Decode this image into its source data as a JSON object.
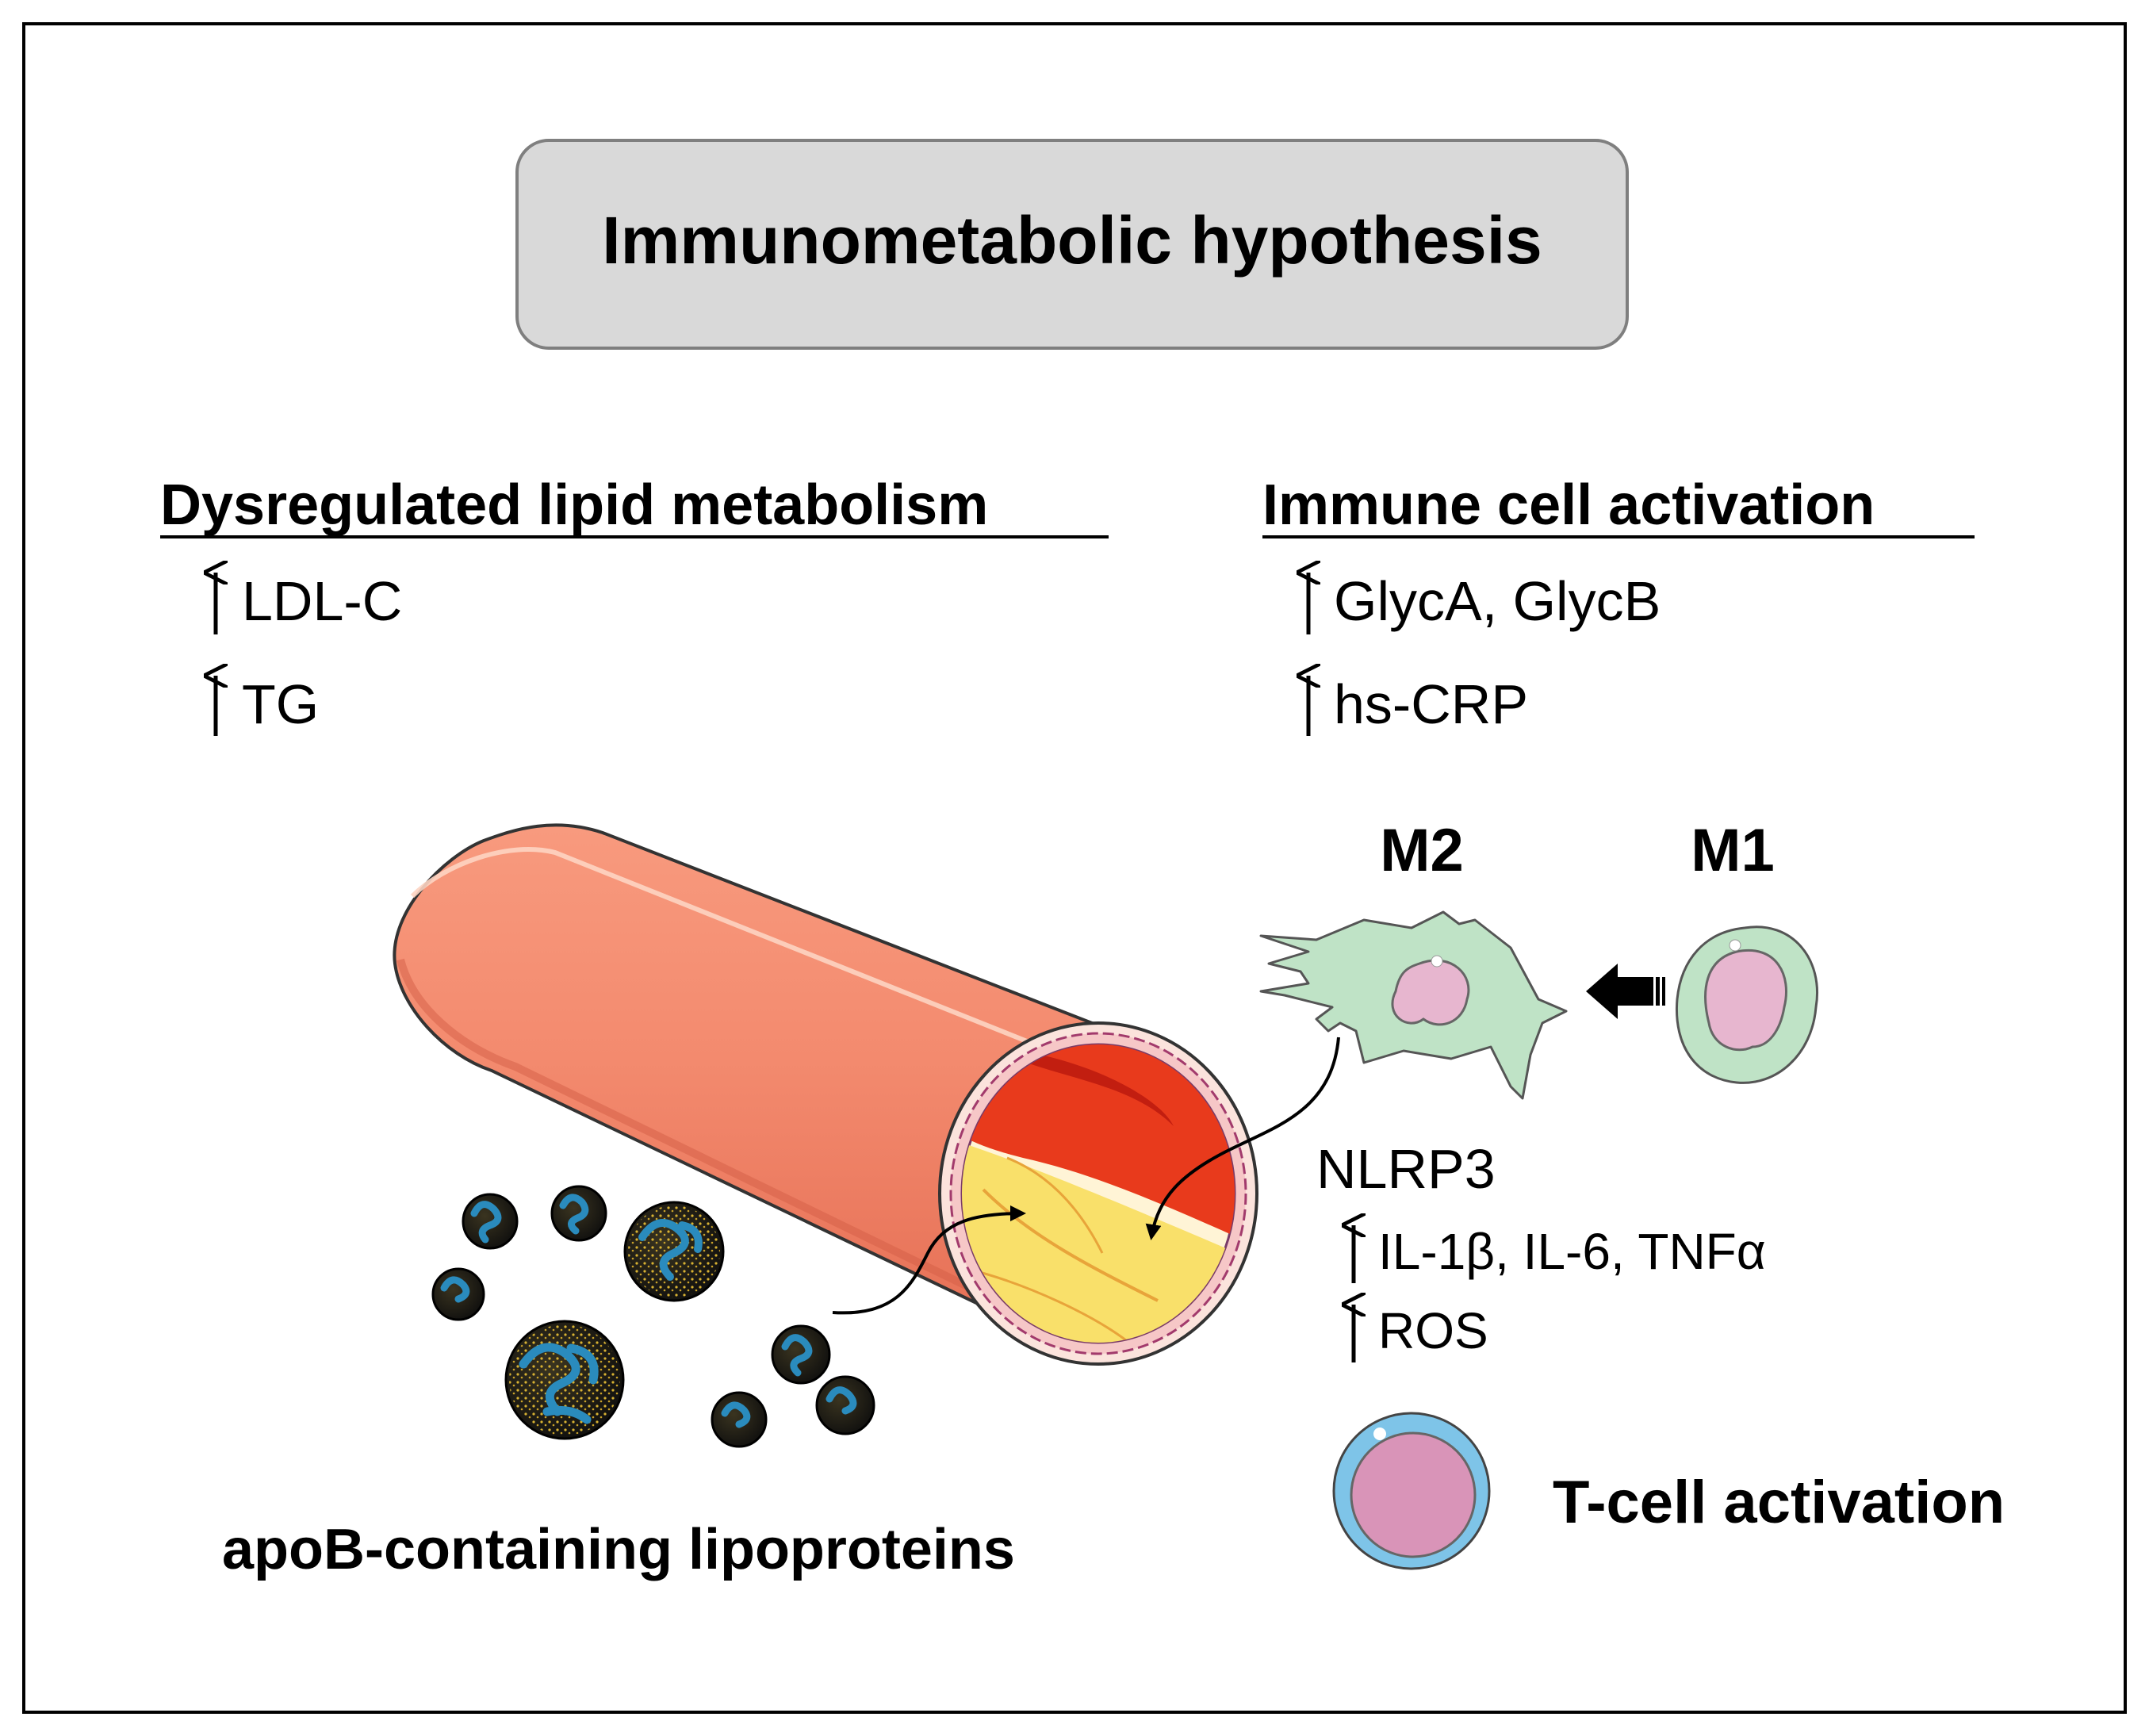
{
  "title": "Immunometabolic hypothesis",
  "left_panel": {
    "heading": "Dysregulated lipid metabolism",
    "items": [
      "LDL-C",
      "TG"
    ]
  },
  "right_panel": {
    "heading": "Immune cell activation",
    "items": [
      "GlycA, GlycB",
      "hs-CRP"
    ]
  },
  "macrophages": {
    "m2_label": "M2",
    "m1_label": "M1"
  },
  "inflammasome": {
    "label": "NLRP3",
    "items": [
      "IL-1β, IL-6, TNFα",
      "ROS"
    ]
  },
  "tcell_label": "T-cell activation",
  "lipoprotein_label": "apoB-containing lipoproteins",
  "colors": {
    "vessel": "#f0826a",
    "vessel_highlight": "#f8a184",
    "plaque": "#f9e06a",
    "lumen": "#e83a1c",
    "macrophage": "#bfe3c6",
    "nucleus": "#e7b6cf",
    "tcell_ring": "#7ec4e8",
    "tcell_body": "#d994b8",
    "title_box": "#d9d9d9"
  },
  "icons": [
    "up-arrow-icon",
    "left-arrow-icon",
    "curved-arrow-icon"
  ]
}
